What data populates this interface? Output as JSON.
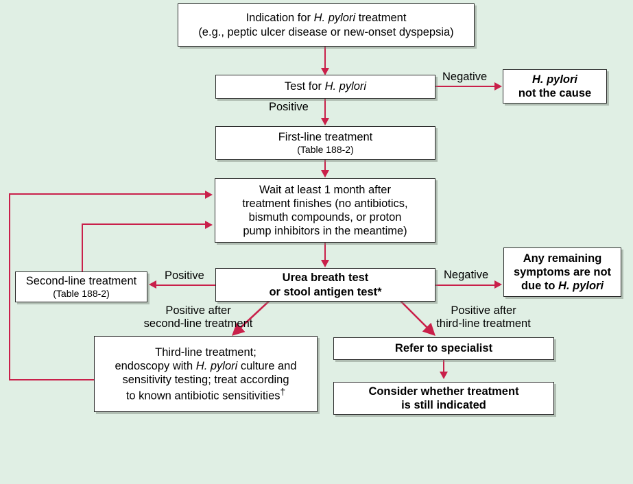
{
  "diagram": {
    "title": "H. pylori treatment algorithm",
    "background_color": "#e0efe4",
    "arrow_color": "#c9204a",
    "box_border_color": "#2b2b2b",
    "box_fill_color": "#ffffff"
  },
  "nodes": {
    "indication": {
      "line1_a": "Indication for ",
      "line1_it": "H. pylori",
      "line1_b": " treatment",
      "line2": "(e.g., peptic ulcer disease or new-onset dyspepsia)"
    },
    "test": {
      "text_a": "Test for ",
      "text_it": "H. pylori"
    },
    "not_cause": {
      "line1_it": "H. pylori",
      "line2": "not the cause"
    },
    "first_line": {
      "title": "First-line treatment",
      "sub": "(Table 188-2)"
    },
    "wait": {
      "line1": "Wait at least 1 month after",
      "line2": "treatment finishes (no antibiotics,",
      "line3": "bismuth compounds, or proton",
      "line4": "pump inhibitors in the meantime)"
    },
    "second_line": {
      "title": "Second-line treatment",
      "sub": "(Table 188-2)"
    },
    "urea": {
      "line1": "Urea breath test",
      "line2": "or stool antigen test*"
    },
    "remaining": {
      "line1": "Any remaining",
      "line2": "symptoms are not",
      "line3_a": "due to ",
      "line3_it": "H. pylori"
    },
    "third_line": {
      "line1": "Third-line treatment;",
      "line2_a": "endoscopy with ",
      "line2_it": "H. pylori",
      "line2_b": " culture and",
      "line3": "sensitivity testing; treat according",
      "line4_a": "to known antibiotic sensitivities",
      "line4_sup": "†"
    },
    "refer": {
      "text": "Refer to specialist"
    },
    "consider": {
      "line1": "Consider whether treatment",
      "line2": "is still indicated"
    }
  },
  "edge_labels": {
    "negative_top": "Negative",
    "positive_top": "Positive",
    "positive_left": "Positive",
    "negative_right": "Negative",
    "positive_after_second_l1": "Positive after",
    "positive_after_second_l2": "second-line treatment",
    "positive_after_third_l1": "Positive after",
    "positive_after_third_l2": "third-line treatment"
  }
}
